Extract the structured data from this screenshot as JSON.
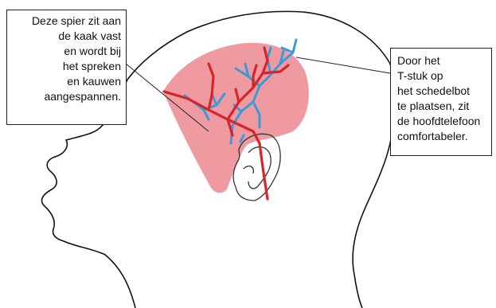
{
  "diagram": {
    "left_callout": {
      "lines": [
        "Deze spier zit aan",
        "de kaak vast",
        "en wordt bij",
        "het spreken",
        "en kauwen",
        "aangespannen."
      ]
    },
    "right_callout": {
      "lines": [
        "Door het",
        "T-stuk op",
        "het schedelbot",
        "te plaatsen, zit",
        "de hoofdtelefoon",
        "comfortabeler."
      ]
    },
    "colors": {
      "muscle": "#ef9aa0",
      "red_arteries": "#d8232a",
      "blue_vessels": "#3a9ad9",
      "outline": "#111111",
      "leader": "#222222"
    },
    "icons": {
      "head": "head-profile-outline",
      "muscle": "temporalis-muscle",
      "ear": "ear-outline"
    }
  }
}
